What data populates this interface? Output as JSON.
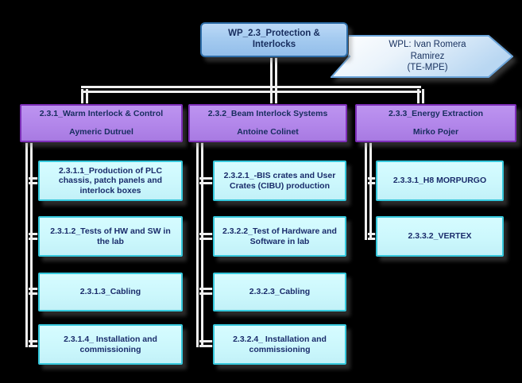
{
  "root": {
    "title": "WP_2.3_Protection & Interlocks"
  },
  "wpl": {
    "label": "WPL: Ivan Romera\nRamirez\n(TE-MPE)"
  },
  "branches": [
    {
      "title": "2.3.1_Warm Interlock & Control",
      "lead": "Aymeric Dutruel",
      "children": [
        "2.3.1.1_Production of PLC chassis, patch panels and interlock boxes",
        "2.3.1.2_Tests of HW and SW in the lab",
        "2.3.1.3_Cabling",
        "2.3.1.4_ Installation and commissioning"
      ]
    },
    {
      "title": "2.3.2_Beam Interlock Systems",
      "lead": "Antoine Colinet",
      "children": [
        "2.3.2.1_-BIS crates and User Crates (CIBU) production",
        "2.3.2.2_Test of Hardware and Software in lab",
        "2.3.2.3_Cabling",
        "2.3.2.4_ Installation and commissioning"
      ]
    },
    {
      "title": "2.3.3_Energy Extraction",
      "lead": "Mirko Pojer",
      "children": [
        "2.3.3.1_H8 MORPURGO",
        "2.3.3.2_VERTEX"
      ]
    }
  ],
  "colors": {
    "background": "#000000",
    "root_fill": "#A5CBF0",
    "root_border": "#2E6DA8",
    "branch_fill": "#B286EA",
    "branch_border": "#7D2EB8",
    "leaf_fill": "#CBF7FC",
    "leaf_border": "#35C8DC",
    "connector": "#EFEFEF",
    "text_navy": "#172D5E",
    "arrow_border": "#6AA3D8"
  }
}
